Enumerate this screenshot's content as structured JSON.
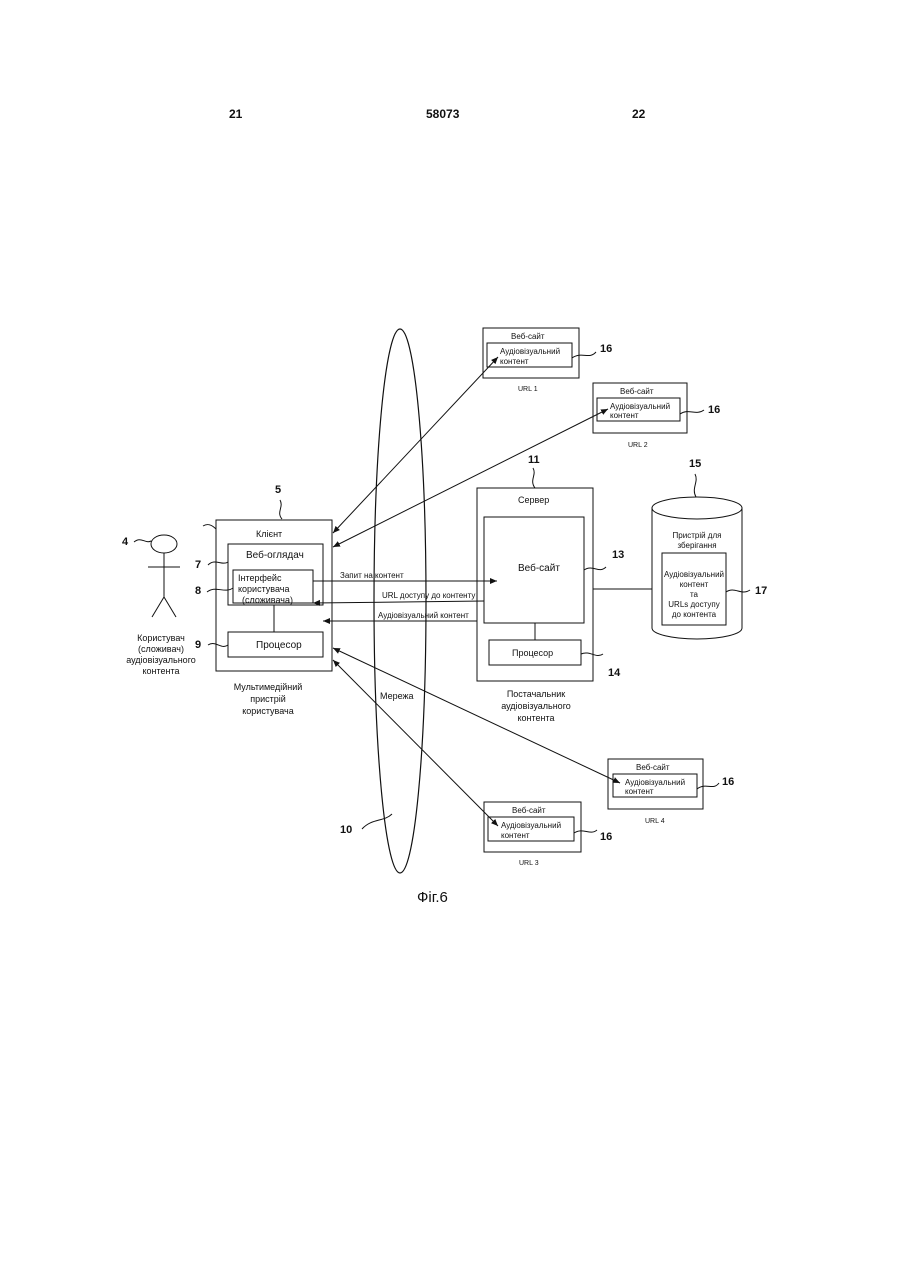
{
  "header": {
    "left_page": "21",
    "patent_number": "58073",
    "right_page": "22"
  },
  "figure_caption": "Фіг.6",
  "actor": {
    "ref": "4",
    "label": [
      "Користувач",
      "(сложивач)",
      "аудіовізуального",
      "контента"
    ]
  },
  "client_device": {
    "ref": "5",
    "client_label": "Клієнт",
    "browser_ref": "7",
    "browser_label": "Веб-оглядач",
    "ui_ref": "8",
    "ui_label": [
      "Інтерфейс",
      "користувача",
      "(сложивача)"
    ],
    "processor_ref": "9",
    "processor_label": "Процесор",
    "caption": [
      "Мультимедійний",
      "пристрій",
      "користувача"
    ]
  },
  "network": {
    "ref": "10",
    "label": "Мережа"
  },
  "server": {
    "ref": "11",
    "label": "Сервер",
    "website_ref": "13",
    "website_label": "Веб-сайт",
    "processor_ref": "14",
    "processor_label": "Процесор",
    "caption": [
      "Постачальник",
      "аудіовізуального",
      "контента"
    ]
  },
  "storage": {
    "ref": "15",
    "title": [
      "Пристрій для",
      "зберігання"
    ],
    "content_ref": "17",
    "content": [
      "Аудіовізуальний",
      "контент",
      "та",
      "URLs доступу",
      "до контента"
    ]
  },
  "messages": {
    "request": "Запит на контент",
    "url_access": "URL доступу до контенту",
    "av_content": "Аудіовізуальний контент"
  },
  "websites": [
    {
      "title": "Веб-сайт",
      "content": [
        "Аудіовізуальний",
        "контент"
      ],
      "url": "URL 1",
      "ref": "16"
    },
    {
      "title": "Веб-сайт",
      "content": [
        "Аудіовізуальний",
        "контент"
      ],
      "url": "URL 2",
      "ref": "16"
    },
    {
      "title": "Веб-сайт",
      "content": [
        "Аудіовізуальний",
        "контент"
      ],
      "url": "URL 4",
      "ref": "16"
    },
    {
      "title": "Веб-сайт",
      "content": [
        "Аудіовізуальний",
        "контент"
      ],
      "url": "URL 3",
      "ref": "16"
    }
  ]
}
